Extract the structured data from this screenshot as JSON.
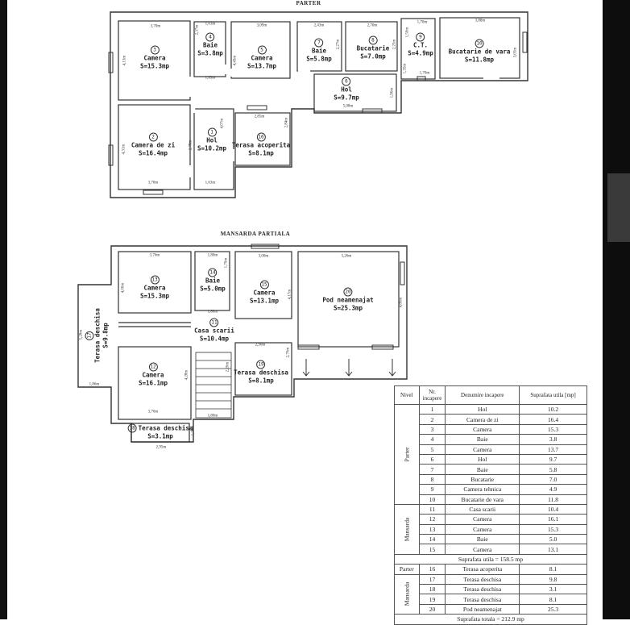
{
  "parter": {
    "title": "PARTER",
    "rooms": [
      {
        "num": "1",
        "name": "Hol",
        "area": "S=10.2mp"
      },
      {
        "num": "2",
        "name": "Camera de zi",
        "area": "S=16.4mp"
      },
      {
        "num": "3",
        "name": "Camera",
        "area": "S=15.3mp"
      },
      {
        "num": "4",
        "name": "Baie",
        "area": "S=3.8mp"
      },
      {
        "num": "5",
        "name": "Camera",
        "area": "S=13.7mp"
      },
      {
        "num": "6",
        "name": "Hol",
        "area": "S=9.7mp"
      },
      {
        "num": "7",
        "name": "Baie",
        "area": "S=5.8mp"
      },
      {
        "num": "8",
        "name": "Bucatarie",
        "area": "S=7.0mp"
      },
      {
        "num": "9",
        "name": "C.T.",
        "area": "S=4.9mp"
      },
      {
        "num": "10",
        "name": "Bucatarie de vara",
        "area": "S=11.8mp"
      },
      {
        "num": "16",
        "name": "Terasa acoperita",
        "area": "S=8.1mp"
      }
    ],
    "dims": [
      "3,70m",
      "4,13m",
      "1,61m",
      "2,37m",
      "1,63m",
      "3,09m",
      "4,43m",
      "2,43m",
      "2,27m",
      "2,70m",
      "2,25m",
      "1,70m",
      "1,50m",
      "1,35m",
      "1,70m",
      "3,88m",
      "3,05m",
      "5,08m",
      "1,90m",
      "2,85m",
      "2,84m",
      "4,31m",
      "2,78m",
      "4,07m",
      "3,70m",
      "1,63m"
    ]
  },
  "mansarda": {
    "title": "MANSARDA PARTIALA",
    "rooms": [
      {
        "num": "11",
        "name": "Casa scarii",
        "area": "S=10.4mp"
      },
      {
        "num": "12",
        "name": "Camera",
        "area": "S=16.1mp"
      },
      {
        "num": "13",
        "name": "Camera",
        "area": "S=15.3mp"
      },
      {
        "num": "14",
        "name": "Baie",
        "area": "S=5.0mp"
      },
      {
        "num": "15",
        "name": "Camera",
        "area": "S=13.1mp"
      },
      {
        "num": "17",
        "name": "Terasa deschisa",
        "area": "S=9.8mp"
      },
      {
        "num": "18",
        "name": "Terasa deschisa",
        "area": "S=3.1mp"
      },
      {
        "num": "19",
        "name": "Terasa deschisa",
        "area": "S=8.1mp"
      },
      {
        "num": "20",
        "name": "Pod neamenajat",
        "area": "S=25.3mp"
      }
    ],
    "dims": [
      "3,76m",
      "4,00m",
      "1,80m",
      "1,70m",
      "1,80m",
      "3,00m",
      "5,26m",
      "4,17m",
      "4,80m",
      "5,28m",
      "1,86m",
      "4,28m",
      "3,76m",
      "1,80m",
      "2,90m",
      "2,70m",
      "1,20m",
      "2,95m",
      "2,20m"
    ]
  },
  "table": {
    "headers": [
      "Nivel",
      "Nr. incapere",
      "Denumire incapere",
      "Suprafata utila [mp]"
    ],
    "groups": [
      {
        "nivel": "Parter",
        "rows": [
          [
            "1",
            "Hol",
            "10.2"
          ],
          [
            "2",
            "Camera de zi",
            "16.4"
          ],
          [
            "3",
            "Camera",
            "15.3"
          ],
          [
            "4",
            "Baie",
            "3.8"
          ],
          [
            "5",
            "Camera",
            "13.7"
          ],
          [
            "6",
            "Hol",
            "9.7"
          ],
          [
            "7",
            "Baie",
            "5.8"
          ],
          [
            "8",
            "Bucatarie",
            "7.0"
          ],
          [
            "9",
            "Camera tehnica",
            "4.9"
          ],
          [
            "10",
            "Bucatarie de vara",
            "11.8"
          ]
        ]
      },
      {
        "nivel": "Mansarda",
        "rows": [
          [
            "11",
            "Casa scarii",
            "10.4"
          ],
          [
            "12",
            "Camera",
            "16.1"
          ],
          [
            "13",
            "Camera",
            "15.3"
          ],
          [
            "14",
            "Baie",
            "5.0"
          ],
          [
            "15",
            "Camera",
            "13.1"
          ]
        ]
      }
    ],
    "subtotal": "Suprafata utila = 158.5 mp",
    "groups2": [
      {
        "nivel": "Parter",
        "rows": [
          [
            "16",
            "Terasa acoperita",
            "8.1"
          ]
        ]
      },
      {
        "nivel": "Mansarda",
        "rows": [
          [
            "17",
            "Terasa deschisa",
            "9.8"
          ],
          [
            "18",
            "Terasa deschisa",
            "3.1"
          ],
          [
            "19",
            "Terasa deschisa",
            "8.1"
          ],
          [
            "20",
            "Pod neamenajat",
            "25.3"
          ]
        ]
      }
    ],
    "total": "Suprafata totala = 212.9 mp"
  }
}
